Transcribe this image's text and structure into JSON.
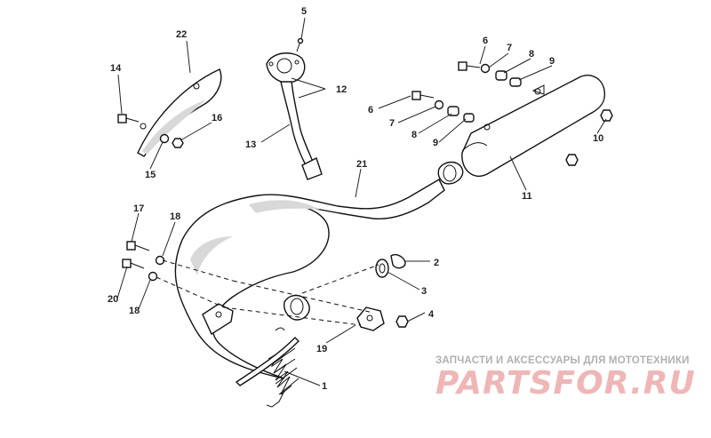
{
  "labels": {
    "l1": "1",
    "l2": "2",
    "l3": "3",
    "l4": "4",
    "l5": "5",
    "l6a": "6",
    "l6b": "6",
    "l7a": "7",
    "l7b": "7",
    "l8a": "8",
    "l8b": "8",
    "l9a": "9",
    "l9b": "9",
    "l10": "10",
    "l11": "11",
    "l12": "12",
    "l13": "13",
    "l14": "14",
    "l15": "15",
    "l16": "16",
    "l17": "17",
    "l18a": "18",
    "l18b": "18",
    "l19": "19",
    "l20": "20",
    "l21": "21",
    "l22": "22"
  },
  "watermark": {
    "subtitle": "ЗАПЧАСТИ И АКСЕССУАРЫ ДЛЯ МОТОТЕХНИКИ",
    "logo": "PARTSFOR.RU"
  }
}
